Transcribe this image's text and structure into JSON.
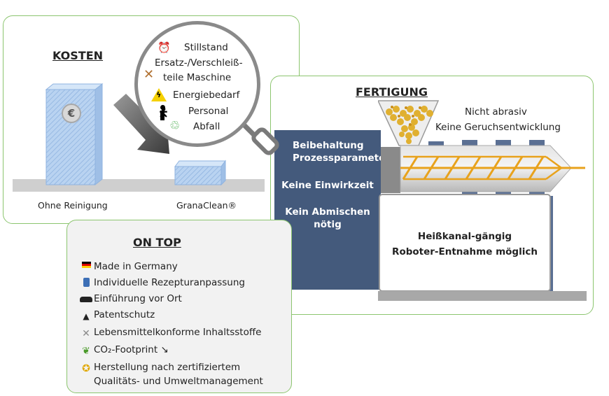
{
  "kosten": {
    "title": "KOSTEN",
    "label_left": "Ohne Reinigung",
    "label_right": "GranaClean®",
    "currency_symbol": "€"
  },
  "magnifier": {
    "items": [
      {
        "icon": "alarm-clock-icon",
        "text": "Stillstand"
      },
      {
        "icon": "none",
        "text": "Ersatz-/Verschleiß-"
      },
      {
        "icon": "tools-icon",
        "text": "teile Maschine"
      },
      {
        "icon": "warning-electric-icon",
        "text": "Energiebedarf"
      },
      {
        "icon": "person-icon",
        "text": "Personal"
      },
      {
        "icon": "recycle-icon",
        "text": "Abfall"
      }
    ]
  },
  "fertigung": {
    "title": "FERTIGUNG",
    "top_notes": [
      "Nicht abrasiv",
      "Keine Geruchsentwicklung"
    ],
    "blue_labels": [
      "Beibehaltung Prozessparameter",
      "Keine Einwirkzeit",
      "Kein Abmischen nötig"
    ],
    "box_lines": [
      "Heißkanal-gängig",
      "Roboter-Entnahme möglich"
    ]
  },
  "ontop": {
    "title": "ON TOP",
    "items": [
      {
        "icon": "german-flag-icon",
        "text": "Made in Germany"
      },
      {
        "icon": "lab-bottle-icon",
        "text": "Individuelle Rezepturanpassung"
      },
      {
        "icon": "car-icon",
        "text": "Einführung vor Ort"
      },
      {
        "icon": "graduation-cap-icon",
        "text": "Patentschutz"
      },
      {
        "icon": "fork-knife-icon",
        "text": "Lebensmittelkonforme Inhaltsstoffe"
      },
      {
        "icon": "seedling-icon",
        "text": "CO₂-Footprint ↘"
      },
      {
        "icon": "medal-icon",
        "text": "Herstellung nach zertifiziertem"
      },
      {
        "icon": "none",
        "text": "Qualitäts- und Umweltmanagement"
      }
    ]
  },
  "colors": {
    "border_green": "#8cc56f",
    "panel_blue": "#445a7c",
    "screw_orange": "#e8a21c",
    "light_blue": "#aac8ec"
  }
}
